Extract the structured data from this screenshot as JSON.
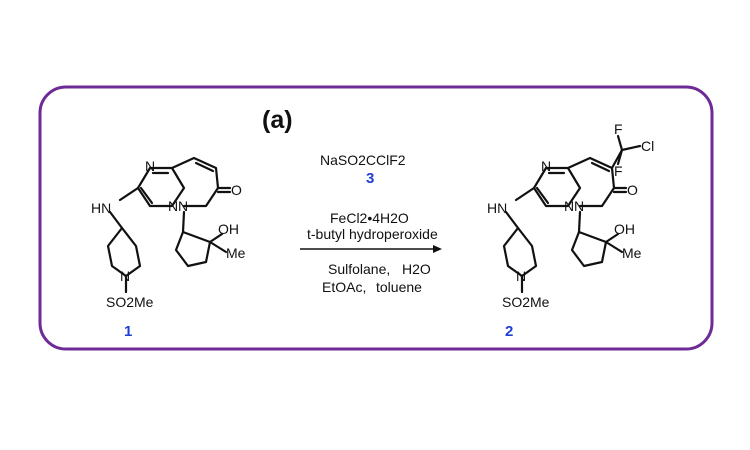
{
  "scheme_label": "(a)",
  "border_color": "#6e2a96",
  "accent_blue": "#1f3fd1",
  "accent_purple": "#7b2cc2",
  "reagents": {
    "reagent_line": "NaSO2CClF2",
    "reagent_number": "3",
    "catalyst_line": "FeCl2•4H2O",
    "oxidant_line": "t-butyl hydroperoxide",
    "solvent_a": "Sulfolane,",
    "solvent_b": "H2O",
    "solvent_c": "EtOAc,",
    "solvent_d": "toluene"
  },
  "compounds": [
    {
      "id": "1",
      "label": "1"
    },
    {
      "id": "2",
      "label": "2"
    }
  ],
  "atoms": {
    "N": "N",
    "HN": "HN",
    "O": "O",
    "OH": "OH",
    "Me": "Me",
    "SO2Me": "SO2Me",
    "F": "F",
    "Cl": "Cl"
  }
}
